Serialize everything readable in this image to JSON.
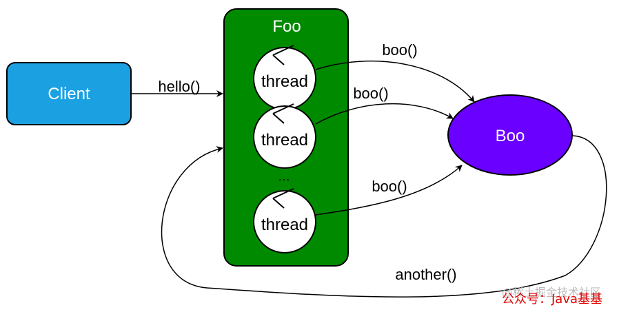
{
  "nodes": {
    "client": {
      "label": "Client"
    },
    "foo": {
      "label": "Foo"
    },
    "boo": {
      "label": "Boo"
    },
    "threads": [
      {
        "label": "thread"
      },
      {
        "label": "thread"
      },
      {
        "label": "thread"
      }
    ],
    "ellipsis": "…"
  },
  "edges": {
    "hello": "hello()",
    "boo_1": "boo()",
    "boo_2": "boo()",
    "boo_3": "boo()",
    "another": "another()"
  },
  "watermark": {
    "line1": "@稀土掘金技术社区",
    "line2": "公众号：Java基基"
  },
  "colors": {
    "client_fill": "#1ba1e2",
    "foo_fill": "#008a00",
    "boo_fill": "#6a00ff",
    "thread_fill": "#ffffff",
    "watermark_red": "#e00000",
    "watermark_gray": "#bbbbbb"
  }
}
